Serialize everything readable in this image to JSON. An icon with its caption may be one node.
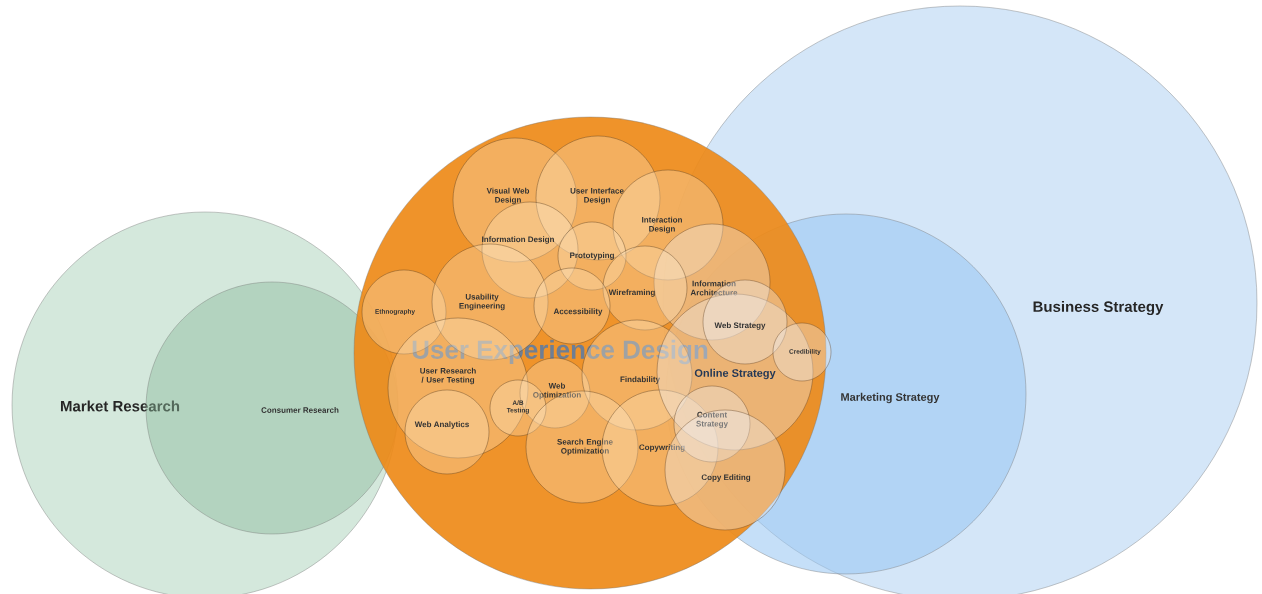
{
  "diagram": {
    "nodes": [
      {
        "text": [
          "Market Research"
        ]
      },
      {
        "text": [
          "Consumer Research"
        ],
        "in": 0
      },
      {
        "text": [
          "User Experience Design"
        ]
      },
      {
        "text": [
          "Visual Web Design"
        ],
        "in": 2
      },
      {
        "text": [
          "User Interface Design"
        ],
        "in": 2
      },
      {
        "text": [
          "Interaction Design"
        ],
        "in": 2
      },
      {
        "text": [
          "Information Design"
        ],
        "in": 2
      },
      {
        "text": [
          "Prototyping"
        ],
        "in": 2
      },
      {
        "text": [
          "Information Architecture"
        ],
        "in": 2
      },
      {
        "text": [
          "Wireframing"
        ],
        "in": 2
      },
      {
        "text": [
          "Ethnography"
        ],
        "in": 2
      },
      {
        "text": [
          "Usability Engineering"
        ],
        "in": 2
      },
      {
        "text": [
          "Accessibility"
        ],
        "in": 2
      },
      {
        "text": [
          "User Research / User Testing"
        ],
        "in": 2
      },
      {
        "text": [
          "Web Optimization"
        ],
        "in": 2
      },
      {
        "text": [
          "Findability"
        ],
        "in": 2
      },
      {
        "text": [
          "Web Analytics"
        ],
        "in": 2
      },
      {
        "text": [
          "A/B Testing"
        ],
        "in": 2
      },
      {
        "text": [
          "Search Engine Optimization"
        ],
        "in": 2
      },
      {
        "text": [
          "Copywriting"
        ],
        "in": 2
      },
      {
        "text": [
          "Business Strategy"
        ]
      },
      {
        "text": [
          "Marketing Strategy"
        ],
        "in": 20
      },
      {
        "text": [
          "Web Strategy"
        ]
      },
      {
        "text": [
          "Credibility"
        ],
        "in": 21
      },
      {
        "text": [
          "Online Strategy"
        ]
      },
      {
        "text": [
          "Content Strategy"
        ]
      },
      {
        "text": [
          "Copy Editing"
        ]
      }
    ]
  }
}
